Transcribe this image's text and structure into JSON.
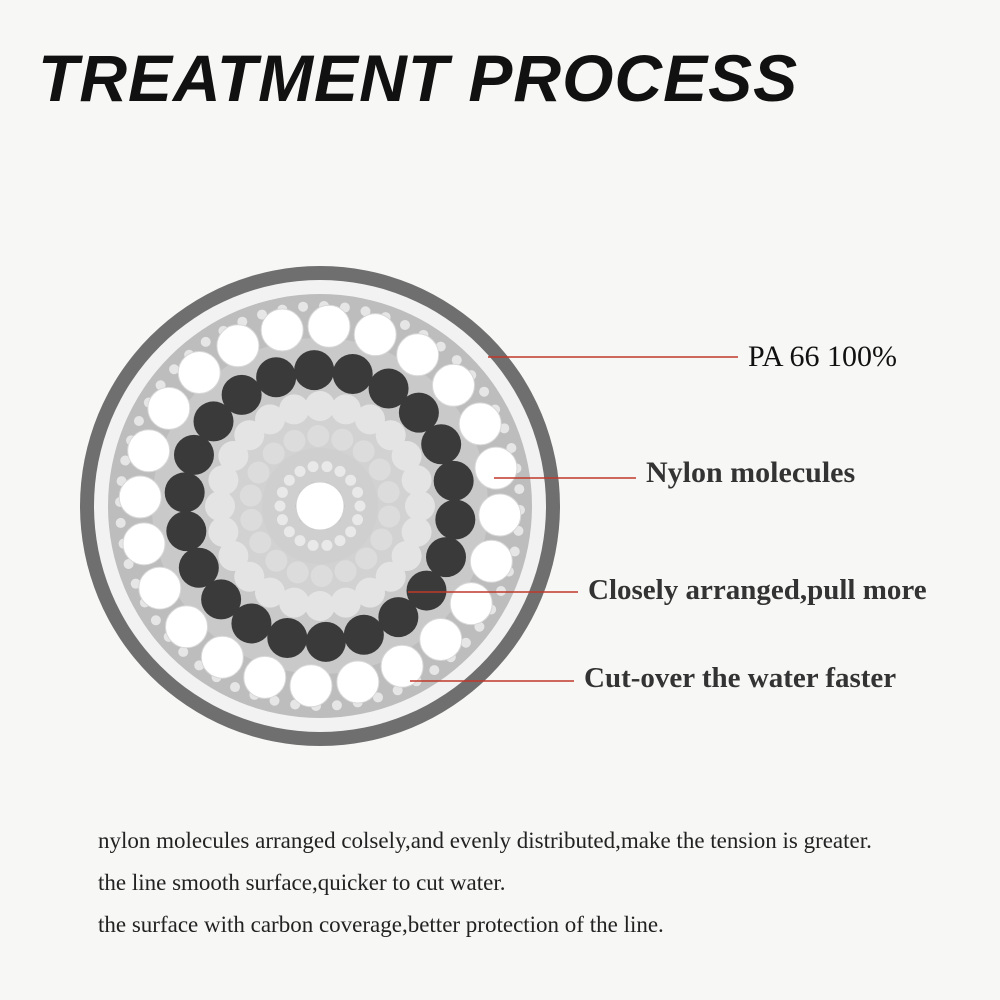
{
  "title": "TREATMENT PROCESS",
  "callouts": [
    {
      "label": "PA 66 100%"
    },
    {
      "label": "Nylon molecules"
    },
    {
      "label": "Closely arranged,pull more"
    },
    {
      "label": "Cut-over the water faster"
    }
  ],
  "colors": {
    "outer_ring": "#6f6f6f",
    "fill_gray": "#bdbdbd",
    "dark_molecule": "#3a3a3a",
    "white_molecule": "#ffffff",
    "leader_line": "#c0392b",
    "text": "#222222"
  },
  "notes": [
    "nylon molecules arranged colsely,and evenly distributed,make the tension is greater.",
    "the line smooth surface,quicker to cut water.",
    "the surface with carbon coverage,better protection of the line."
  ]
}
